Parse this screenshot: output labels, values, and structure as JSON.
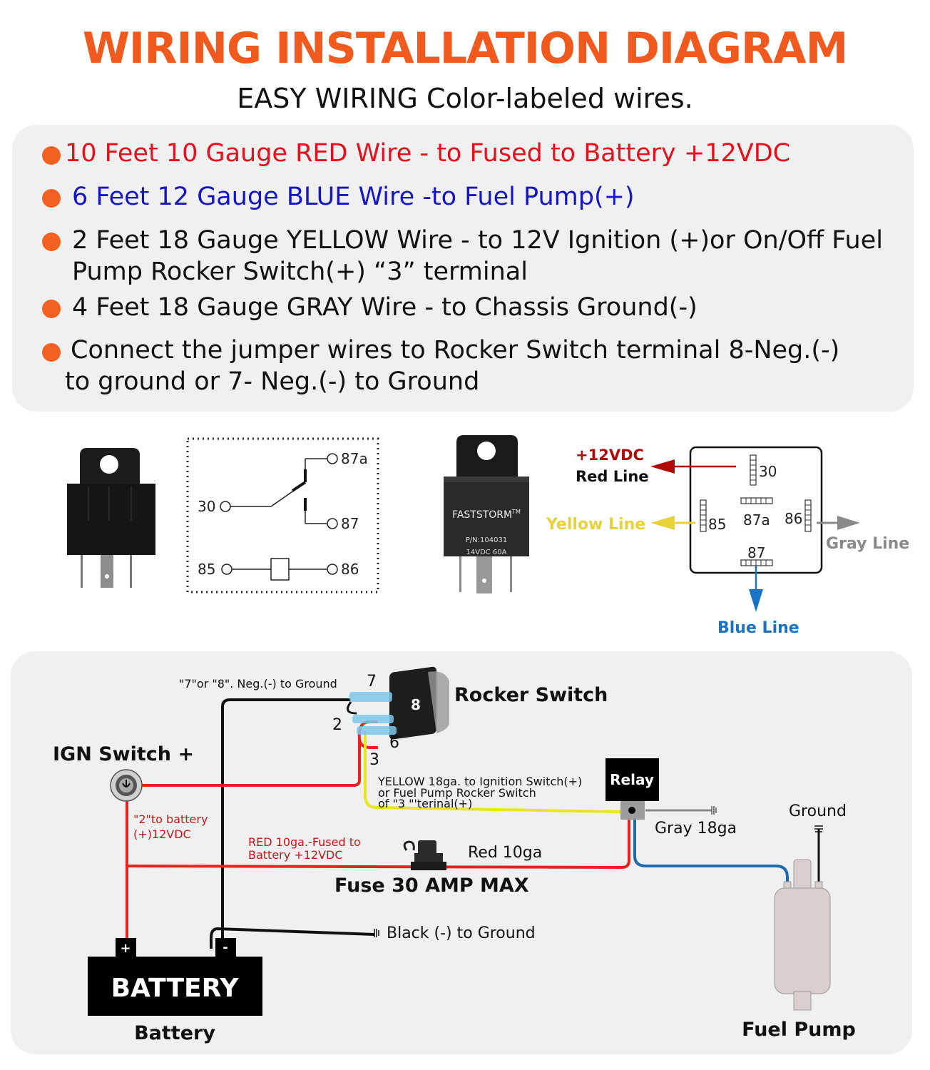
{
  "header": {
    "title": "WIRING INSTALLATION DIAGRAM",
    "subtitle": "EASY WIRING Color-labeled wires."
  },
  "colors": {
    "title_orange": "#f15a1f",
    "bullet_orange": "#f4601f",
    "red_text": "#e3101e",
    "blue_text": "#1414c8",
    "dark_red": "#b00b0b",
    "yellow": "#e8d23a",
    "gray": "#8a8a8a",
    "blue_line": "#1b73c4",
    "wire_red": "#e8231f",
    "wire_blue": "#1f6bb0",
    "wire_yellow": "#e9e51f",
    "panel_bg": "#f0f0f0"
  },
  "specs": [
    {
      "line1": "10 Feet 10 Gauge RED Wire - to Fused to Battery +12VDC",
      "line2": "",
      "color": "red"
    },
    {
      "line1": "6 Feet 12 Gauge BLUE Wire -to Fuel Pump(+)",
      "line2": "",
      "color": "blue"
    },
    {
      "line1": "2 Feet 18 Gauge YELLOW Wire - to 12V Ignition (+)or On/Off Fuel",
      "line2": "Pump Rocker Switch(+) “3” terminal",
      "color": "black"
    },
    {
      "line1": "4 Feet 18 Gauge GRAY Wire - to Chassis Ground(-)",
      "line2": "",
      "color": "black"
    },
    {
      "line1": "Connect the jumper wires to Rocker Switch terminal 8-Neg.(-)",
      "line2": "to ground or 7- Neg.(-) to Ground",
      "color": "black"
    }
  ],
  "relay_schematic": {
    "pins": {
      "p87a": "87a",
      "p30": "30",
      "p87": "87",
      "p85": "85",
      "p86": "86"
    }
  },
  "relay_product": {
    "brand": "FASTSTORM",
    "trademark": "TM",
    "part_number": "P/N:104031",
    "rating": "14VDC 60A"
  },
  "pinout": {
    "pins": {
      "p30": "30",
      "p85": "85",
      "p87a": "87a",
      "p86": "86",
      "p87": "87"
    },
    "labels": {
      "vdc": "+12VDC",
      "red_line": "Red Line",
      "yellow_line": "Yellow Line",
      "gray_line": "Gray Line",
      "blue_line": "Blue Line"
    }
  },
  "wiring": {
    "ground_note": "\"7\"or \"8\". Neg.(-) to Ground",
    "rocker_switch": "Rocker Switch",
    "terminals": {
      "t7": "7",
      "t8": "8",
      "t2": "2",
      "t6": "6",
      "t3": "3"
    },
    "ign_switch": "IGN Switch +",
    "yellow_note": [
      "YELLOW 18ga. to Ignition Switch(+)",
      "or Fuel Pump Rocker Switch",
      "of \"3 \"'terinal(+)"
    ],
    "relay": "Relay",
    "battery_note": [
      "\"2\"to battery",
      "(+)12VDC"
    ],
    "red_note": [
      "RED 10ga.-Fused to",
      "Battery +12VDC"
    ],
    "red_10ga": "Red 10ga",
    "gray_18ga": "Gray 18ga",
    "ground": "Ground",
    "fuse": "Fuse 30 AMP MAX",
    "black_ground": "Black (-) to Ground",
    "battery_box": "BATTERY",
    "battery_plus": "+",
    "battery_minus": "-",
    "battery_label": "Battery",
    "fuel_pump": "Fuel Pump"
  }
}
